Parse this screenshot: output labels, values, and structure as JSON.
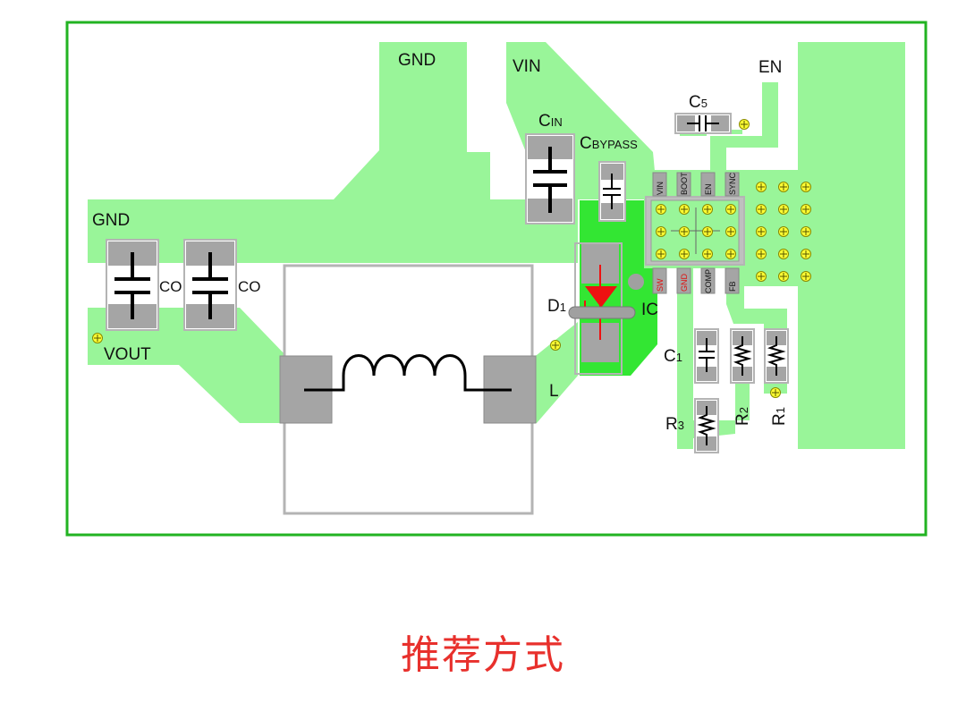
{
  "caption": "推荐方式",
  "colors": {
    "board_border": "#22b322",
    "copper": "#99f599",
    "copper_bright": "#33e633",
    "pad": "#a5a5a5",
    "outline": "#b4b4b4",
    "via_fill": "#ffff33",
    "diode": "#ee1111",
    "caption": "#e8302c"
  },
  "labels": {
    "gnd_top": "GND",
    "vin": "VIN",
    "en": "EN",
    "c5_main": "C",
    "c5_sub": "5",
    "cin_main": "C",
    "cin_sub": "IN",
    "cbypass_main": "C",
    "cbypass_sub": "BYPASS",
    "gnd_left": "GND",
    "co1": "CO",
    "co2": "CO",
    "vout": "VOUT",
    "d1_main": "D",
    "d1_sub": "1",
    "ic": "IC",
    "c1_main": "C",
    "c1_sub": "1",
    "l": "L",
    "r3_main": "R",
    "r3_sub": "3",
    "r2_main": "R",
    "r2_sub": "2",
    "r1_main": "R",
    "r1_sub": "1"
  },
  "pins_top": [
    "VIN",
    "BOOT",
    "EN",
    "SYNC"
  ],
  "pins_bottom": [
    "SW",
    "GND",
    "COMP",
    "FB"
  ],
  "icons": {
    "via": "via-plus-icon",
    "capacitor": "capacitor-symbol-icon",
    "resistor": "resistor-symbol-icon",
    "inductor": "inductor-coil-icon",
    "diode": "diode-symbol-icon"
  }
}
